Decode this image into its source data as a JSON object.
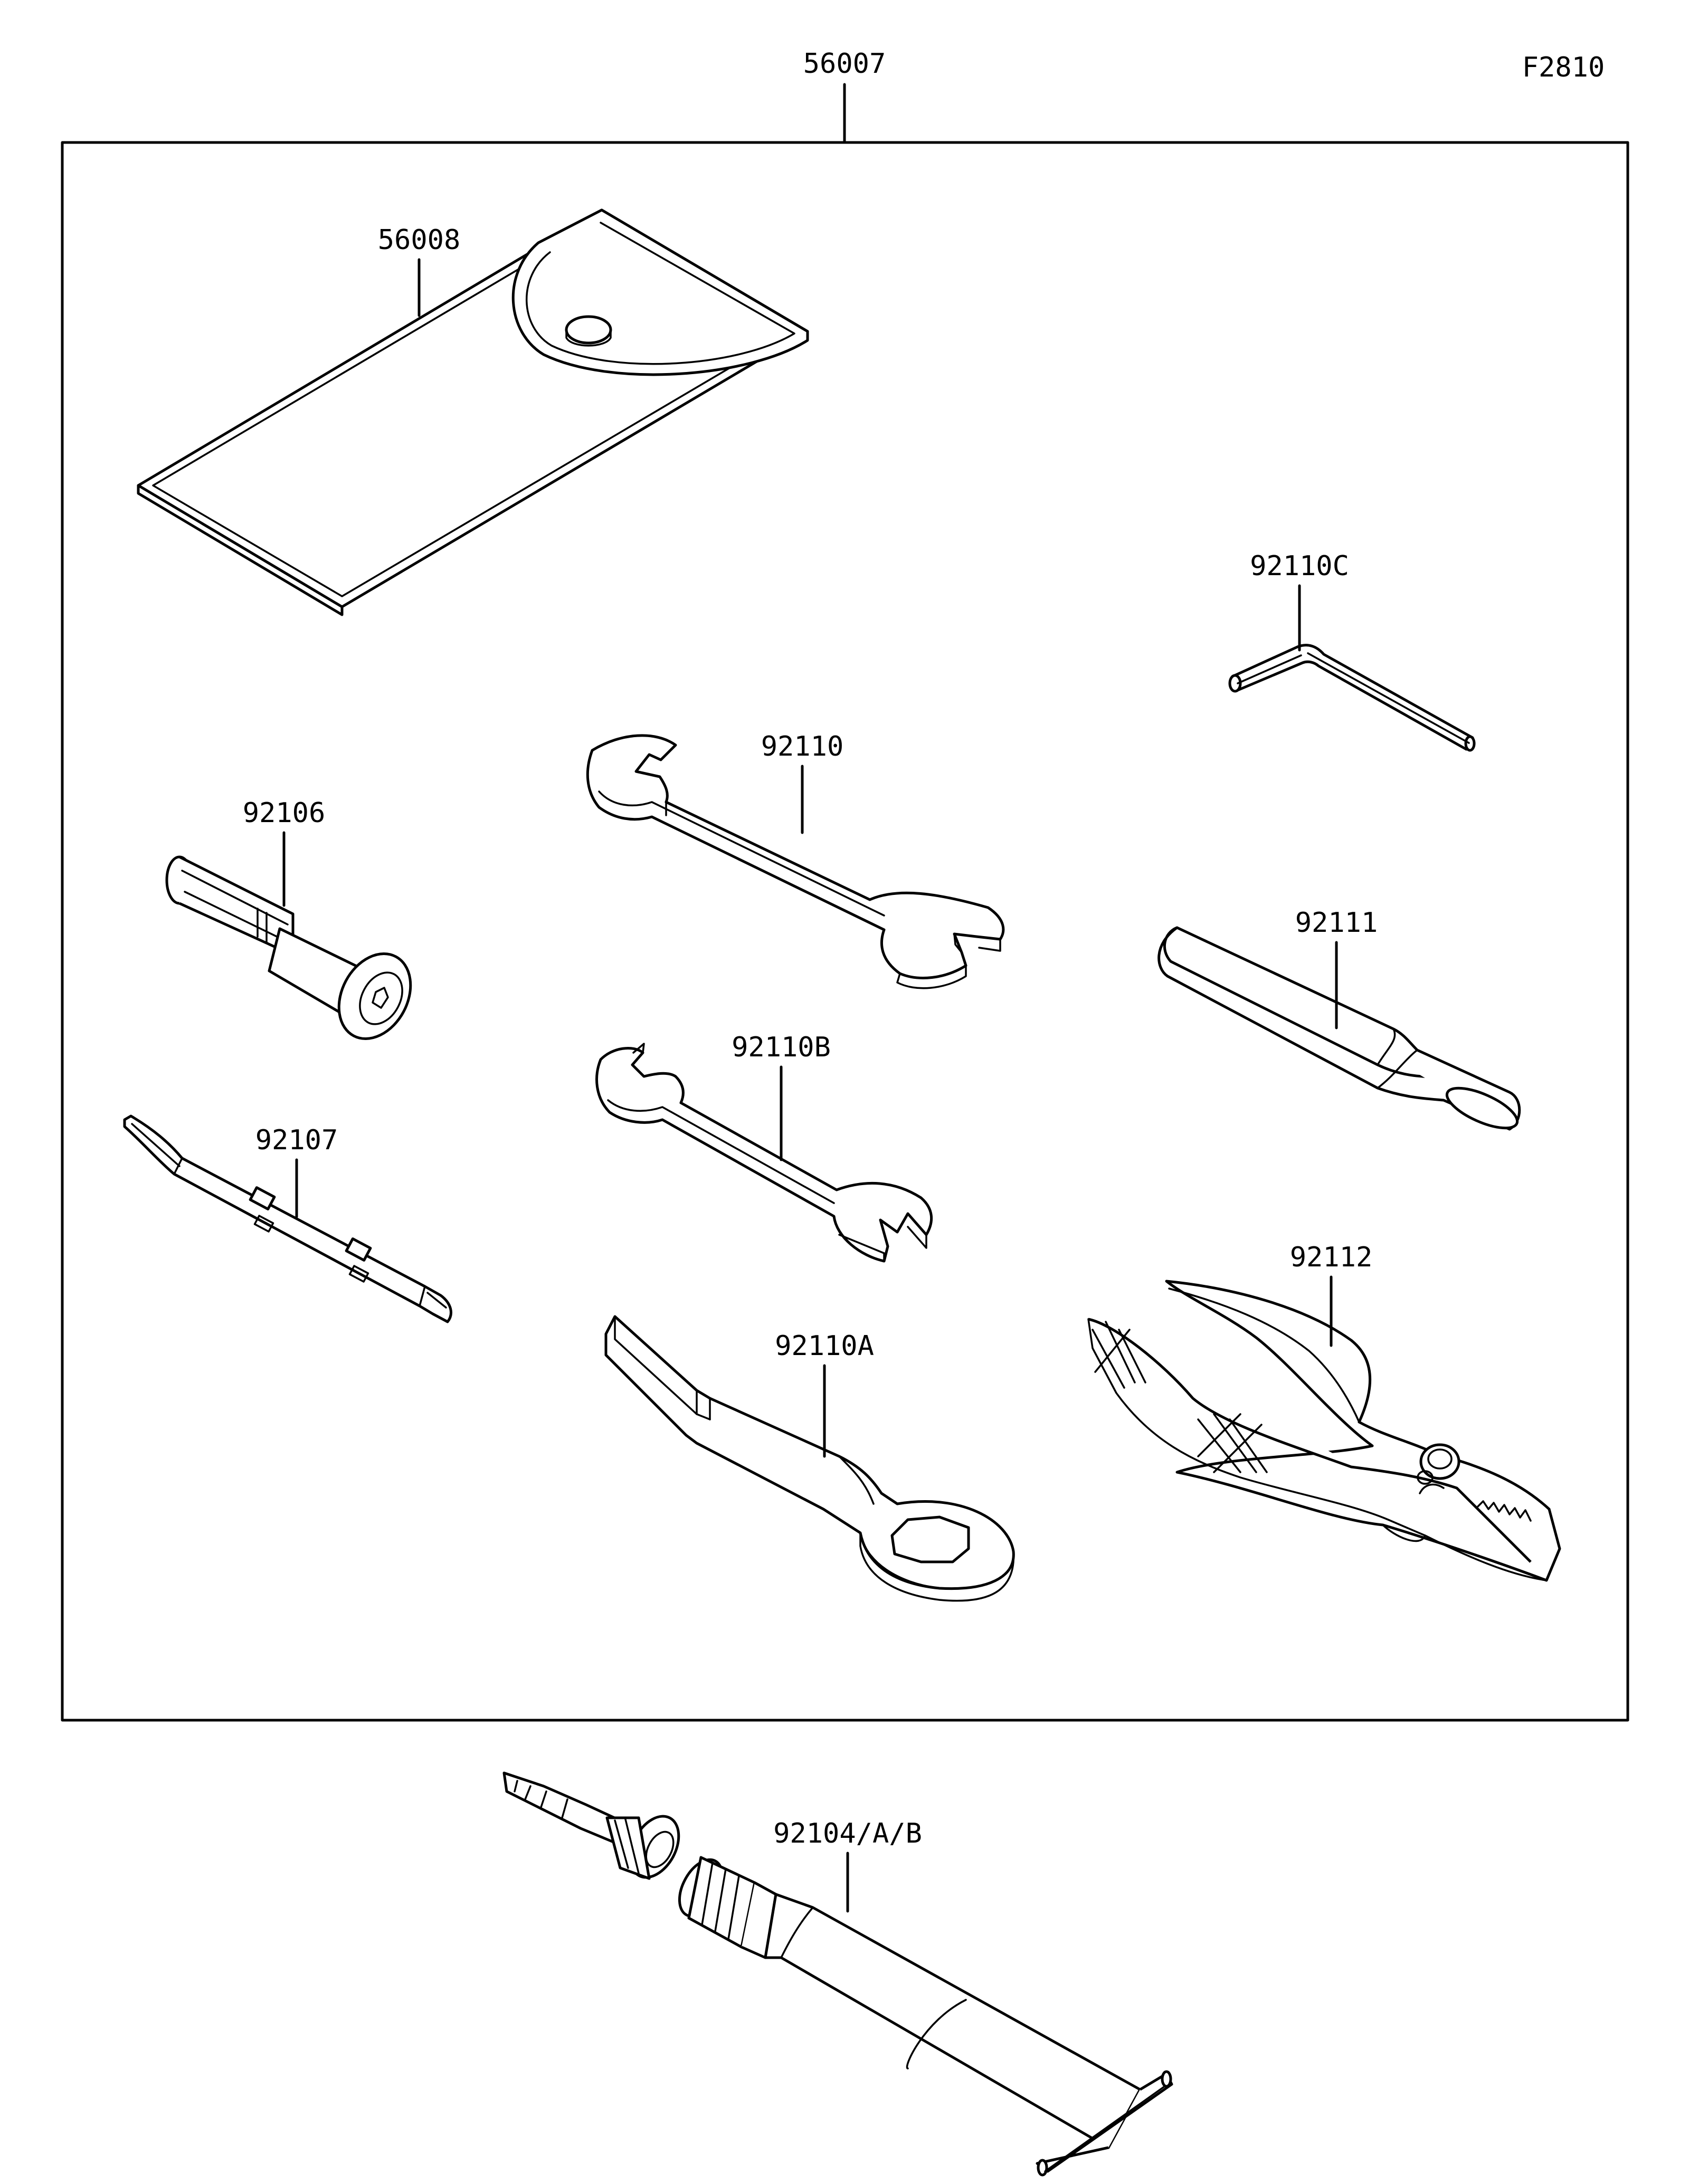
{
  "diagram_code": "F2810",
  "kit_label": "56007",
  "parts": {
    "pouch": "56008",
    "allen_key": "92110C",
    "wrench_large": "92110",
    "socket_handle": "92106",
    "extension_bar": "92111",
    "wrench_small": "92110B",
    "screwdriver": "92107",
    "pliers": "92112",
    "box_wrench": "92110A",
    "grease_tube": "92104/A/B"
  }
}
